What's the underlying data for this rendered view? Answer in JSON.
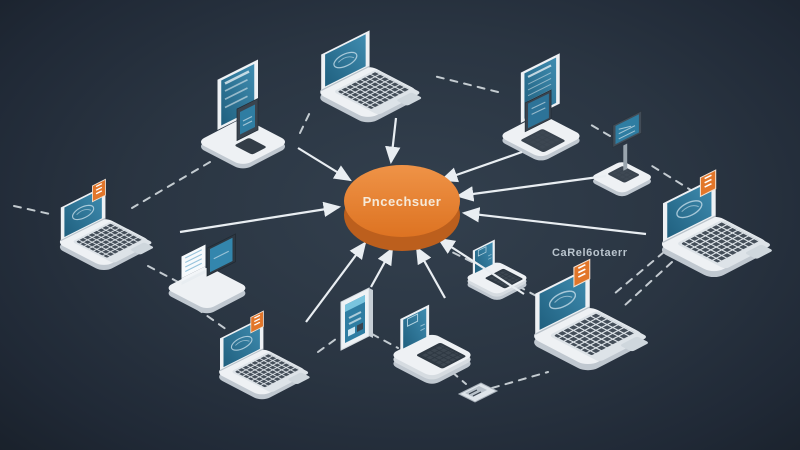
{
  "scene": {
    "description": "Isometric illustration of many devices linked by dashed lines, with arrows converging on a central orange hub disc",
    "hub": {
      "label": "Pncechsuer",
      "shape": "orange-disc"
    },
    "side_label": {
      "text": "CaRel6otaerr"
    }
  },
  "colors": {
    "background_center": "#33404e",
    "background_edge": "#171e27",
    "hub_top": "#e8873a",
    "hub_side": "#bc5f1d",
    "screen_blue_light": "#3f8cb0",
    "screen_blue_dark": "#20607f",
    "device_white": "#eef1f4",
    "device_shadow": "#c7cfd6",
    "device_dark": "#39434e",
    "badge_orange": "#e2762a",
    "line_white": "#e9eef2"
  },
  "nodes": [
    {
      "id": "laptop-top",
      "type": "laptop",
      "badge": false
    },
    {
      "id": "tablet-phone-station",
      "type": "tablet-with-phone",
      "badge": false
    },
    {
      "id": "monitor-laptop-station",
      "type": "monitor-with-dark-laptop",
      "badge": false
    },
    {
      "id": "kiosk-display",
      "type": "monitor-on-stand",
      "badge": false
    },
    {
      "id": "laptop-left",
      "type": "laptop",
      "badge": true
    },
    {
      "id": "laptop-right",
      "type": "laptop",
      "badge": true
    },
    {
      "id": "document-station",
      "type": "monitor-with-papers",
      "badge": false
    },
    {
      "id": "phone-center",
      "type": "standing-phone",
      "badge": false
    },
    {
      "id": "laptop-bottom-left",
      "type": "laptop",
      "badge": true
    },
    {
      "id": "laptop-box-bottom",
      "type": "laptop-on-box",
      "badge": false
    },
    {
      "id": "laptop-bottom-right",
      "type": "laptop",
      "badge": true
    },
    {
      "id": "usb-dongle",
      "type": "dongle",
      "badge": false
    },
    {
      "id": "laptop-box-right",
      "type": "laptop-on-box",
      "badge": false
    }
  ],
  "edges": {
    "arrows_to_hub": [
      "laptop-top",
      "tablet-phone-station",
      "laptop-left",
      "laptop-bottom-left",
      "phone-center",
      "laptop-box-bottom",
      "laptop-bottom-right",
      "laptop-right",
      "monitor-laptop-station",
      "kiosk-display"
    ],
    "dashed_links": [
      [
        "tablet-phone-station",
        "laptop-top"
      ],
      [
        "tablet-phone-station",
        "laptop-left"
      ],
      [
        "laptop-left",
        "document-station"
      ],
      [
        "document-station",
        "laptop-bottom-left"
      ],
      [
        "laptop-bottom-left",
        "phone-center"
      ],
      [
        "phone-center",
        "laptop-box-bottom"
      ],
      [
        "laptop-box-bottom",
        "usb-dongle"
      ],
      [
        "usb-dongle",
        "laptop-bottom-right"
      ],
      [
        "laptop-bottom-right",
        "laptop-right"
      ],
      [
        "laptop-right",
        "kiosk-display"
      ],
      [
        "kiosk-display",
        "monitor-laptop-station"
      ],
      [
        "monitor-laptop-station",
        "laptop-top"
      ],
      [
        "laptop-box-right",
        "laptop-bottom-right"
      ],
      [
        "laptop-left",
        "edge-left"
      ]
    ]
  }
}
